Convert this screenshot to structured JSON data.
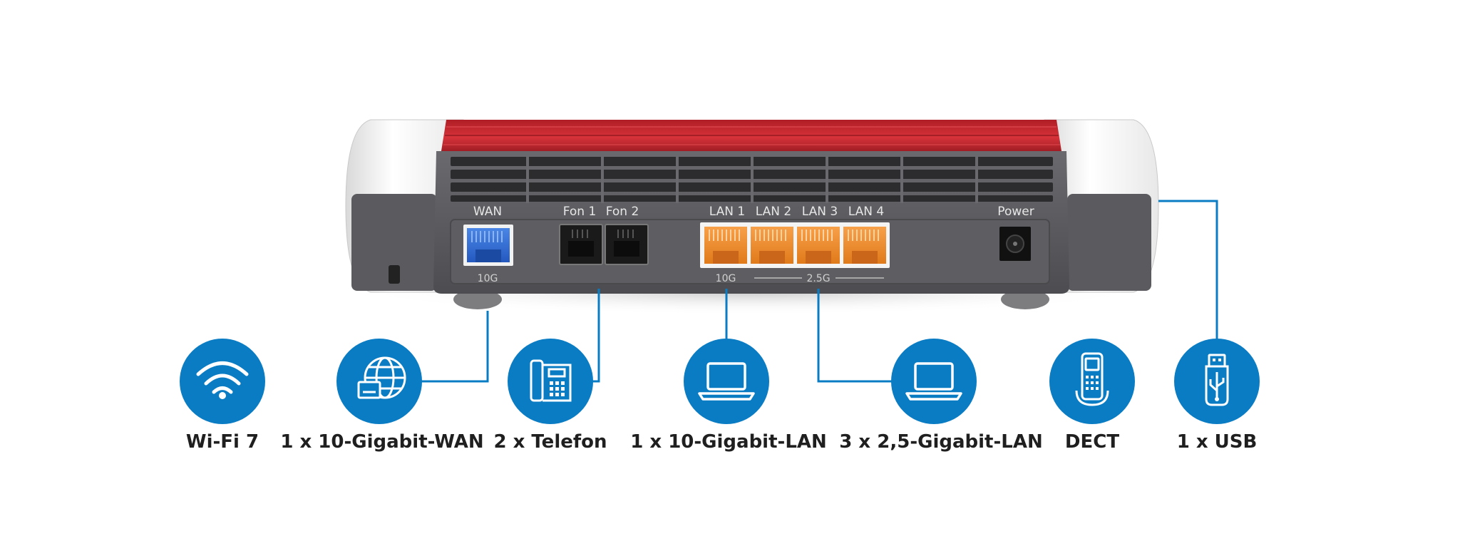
{
  "router": {
    "ports": {
      "wan": "WAN",
      "fon1": "Fon 1",
      "fon2": "Fon 2",
      "lan1": "LAN 1",
      "lan2": "LAN 2",
      "lan3": "LAN 3",
      "lan4": "LAN 4",
      "power": "Power"
    },
    "speeds": {
      "wan": "10G",
      "lan1": "10G",
      "lan_rest": "2.5G"
    }
  },
  "features": [
    {
      "icon": "wifi-icon",
      "label": "Wi-Fi 7"
    },
    {
      "icon": "globe-router-icon",
      "label": "1 x 10-Gigabit-WAN"
    },
    {
      "icon": "telephone-icon",
      "label": "2 x Telefon"
    },
    {
      "icon": "laptop-icon",
      "label": "1 x 10-Gigabit-LAN"
    },
    {
      "icon": "laptop-icon",
      "label": "3 x 2,5-Gigabit-LAN"
    },
    {
      "icon": "cordless-phone-icon",
      "label": "DECT"
    },
    {
      "icon": "usb-stick-icon",
      "label": "1 x USB"
    }
  ],
  "colors": {
    "accent_blue": "#0a7cc4",
    "router_red": "#c8232b",
    "router_grey": "#5a5a5e",
    "port_orange": "#f08a24",
    "port_blue": "#2f6fd6"
  }
}
